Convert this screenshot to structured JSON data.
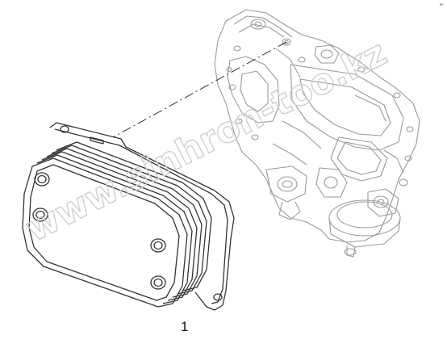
{
  "diagram": {
    "callout_label": "1",
    "corner_mark": "⌐",
    "watermark_text": "www.sinhron-too.kz",
    "parts": [
      {
        "name": "oil-cooler",
        "label": "1"
      },
      {
        "name": "engine-block-housing",
        "label": ""
      }
    ],
    "line_color": "#333333",
    "housing_line_color": "#9a9a9a",
    "watermark_color": "#d4d4d4",
    "background": "#ffffff"
  }
}
